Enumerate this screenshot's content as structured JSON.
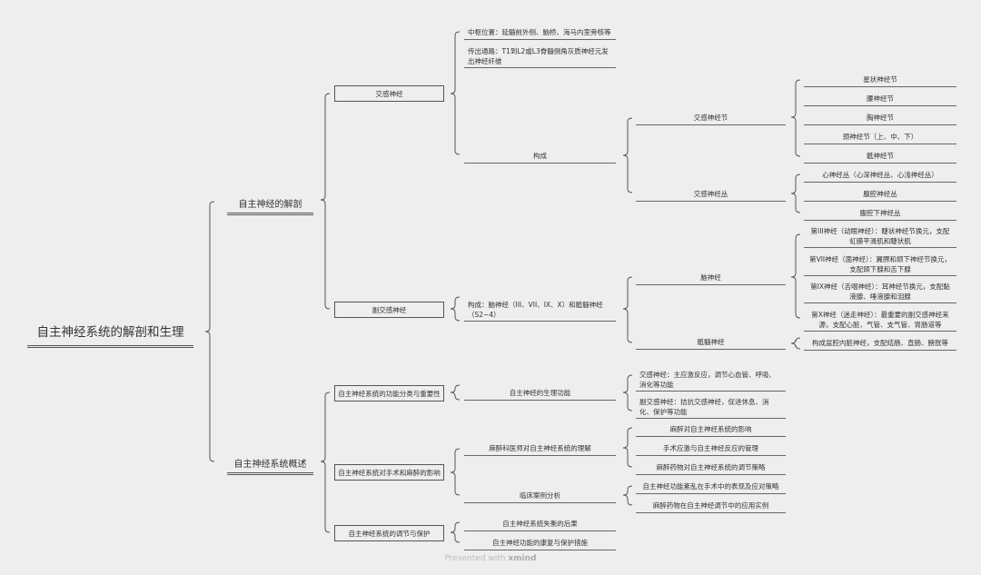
{
  "root": "自主神经系统的解剖和生理",
  "anatomy": {
    "label": "自主神经的解剖",
    "sympathetic": {
      "label": "交感神经",
      "center": "中枢位置：延髓前外侧、脑桥、海马内室旁核等",
      "outflow": "传出通路：T1到L2或L3脊髓侧角灰质神经元发出神经纤维",
      "composition": "构成",
      "ganglia": {
        "label": "交感神经节",
        "items": [
          "星状神经节",
          "腰神经节",
          "胸神经节",
          "颈神经节（上、中、下）",
          "骶神经节"
        ]
      },
      "plexus": {
        "label": "交感神经丛",
        "items": [
          "心神经丛（心深神经丛、心浅神经丛）",
          "腹腔神经丛",
          "腹腔下神经丛"
        ]
      }
    },
    "parasympathetic": {
      "label": "副交感神经",
      "composition": "构成：脑神经（III、VII、IX、X）和骶髓神经（S2~4）",
      "cranial": {
        "label": "脑神经",
        "items": [
          "第III神经（动眼神经）：睫状神经节换元，支配虹膜平滑肌和睫状肌",
          "第VII神经（面神经）：翼腭和颌下神经节换元，支配颌下腺和舌下腺",
          "第IX神经（舌咽神经）：耳神经节换元，支配黏液腺、唾液腺和泪腺",
          "第X神经（迷走神经）：最重要的副交感神经来源，支配心脏、气管、支气管、胃肠道等"
        ]
      },
      "sacral": {
        "label": "骶髓神经",
        "items": [
          "构成盆腔内脏神经，支配结肠、直肠、膀胱等"
        ]
      }
    }
  },
  "overview": {
    "label": "自主神经系统概述",
    "classification": {
      "label": "自主神经系统的功能分类与重要性",
      "physiology": {
        "label": "自主神经的生理功能",
        "items": [
          "交感神经：主应激反应，调节心血管、呼吸、消化等功能",
          "副交感神经：拮抗交感神经，促进休息、消化、保护等功能"
        ]
      }
    },
    "surgery": {
      "label": "自主神经系统对手术和麻醉的影响",
      "understanding": {
        "label": "麻醉科医师对自主神经系统的理解",
        "items": [
          "麻醉对自主神经系统的影响",
          "手术应激与自主神经反应的管理",
          "麻醉药物对自主神经系统的调节策略"
        ]
      },
      "cases": {
        "label": "临床案例分析",
        "items": [
          "自主神经功能紊乱在手术中的表现及应对策略",
          "麻醉药物在自主神经调节中的应用实例"
        ]
      }
    },
    "regulation": {
      "label": "自主神经系统的调节与保护",
      "items": [
        "自主神经系统失衡的后果",
        "自主神经功能的康复与保护措施"
      ]
    }
  },
  "footer": {
    "prefix": "Presented with",
    "brand": "xmind"
  }
}
